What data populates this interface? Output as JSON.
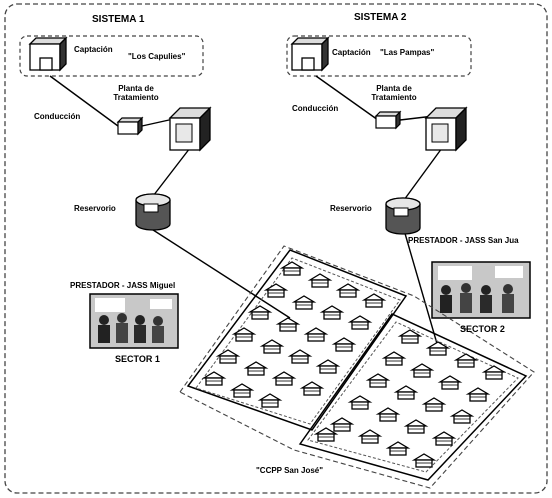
{
  "system1": {
    "title": "SISTEMA 1",
    "captacion_label": "Captación",
    "source_name": "\"Los Capulies\"",
    "conduccion_label": "Conducción",
    "planta_label_line1": "Planta de",
    "planta_label_line2": "Tratamiento",
    "reservorio_label": "Reservorio",
    "prestador_label": "PRESTADOR - JASS Miguel",
    "sector_label": "SECTOR 1"
  },
  "system2": {
    "title": "SISTEMA 2",
    "captacion_label": "Captación",
    "source_name": "\"Las Pampas\"",
    "conduccion_label": "Conducción",
    "planta_label_line1": "Planta de",
    "planta_label_line2": "Tratamiento",
    "reservorio_label": "Reservorio",
    "prestador_label": "PRESTADOR - JASS San Jua",
    "sector_label": "SECTOR 2"
  },
  "community_label": "\"CCPP San José\"",
  "colors": {
    "outline": "#000000",
    "photo_bg": "#c8c8c8",
    "dashed": "#444444"
  }
}
